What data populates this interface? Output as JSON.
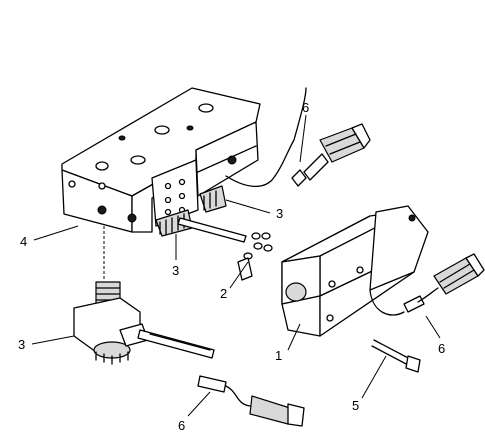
{
  "diagram": {
    "callouts": [
      {
        "id": "c1",
        "label": "1"
      },
      {
        "id": "c2",
        "label": "2"
      },
      {
        "id": "c3a",
        "label": "3"
      },
      {
        "id": "c3b",
        "label": "3"
      },
      {
        "id": "c3c",
        "label": "3"
      },
      {
        "id": "c4",
        "label": "4"
      },
      {
        "id": "c5",
        "label": "5"
      },
      {
        "id": "c6a",
        "label": "6"
      },
      {
        "id": "c6b",
        "label": "6"
      },
      {
        "id": "c6c",
        "label": "6"
      }
    ]
  }
}
